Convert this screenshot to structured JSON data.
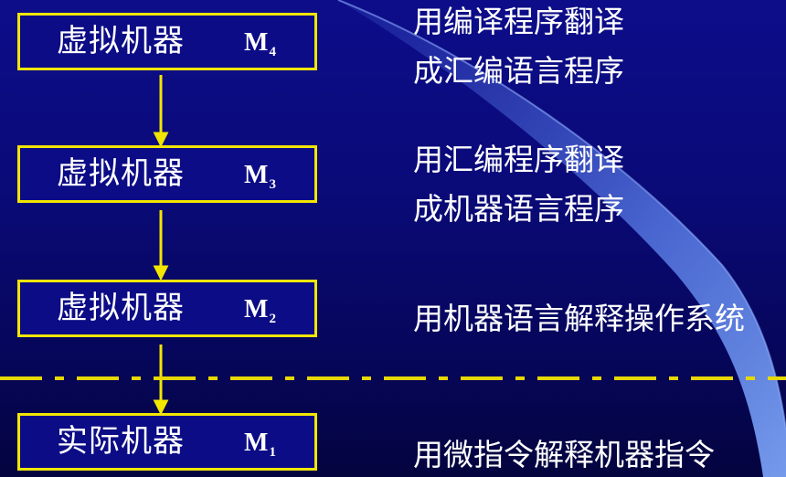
{
  "levels": [
    {
      "label": "虚拟机器",
      "symbol": "M",
      "sub": "4"
    },
    {
      "label": "虚拟机器",
      "symbol": "M",
      "sub": "3"
    },
    {
      "label": "虚拟机器",
      "symbol": "M",
      "sub": "2"
    },
    {
      "label": "实际机器",
      "symbol": "M",
      "sub": "1"
    }
  ],
  "descriptions": [
    [
      "用编译程序翻译",
      "成汇编语言程序"
    ],
    [
      "用汇编程序翻译",
      "成机器语言程序"
    ],
    [
      "用机器语言解释操作系统"
    ],
    [
      "用微指令解释机器指令"
    ]
  ],
  "colors": {
    "box_border": "#f2e600",
    "arrow": "#f2e600",
    "divider": "#e8d800",
    "text": "#ffffff",
    "background": "#0a0a78"
  }
}
